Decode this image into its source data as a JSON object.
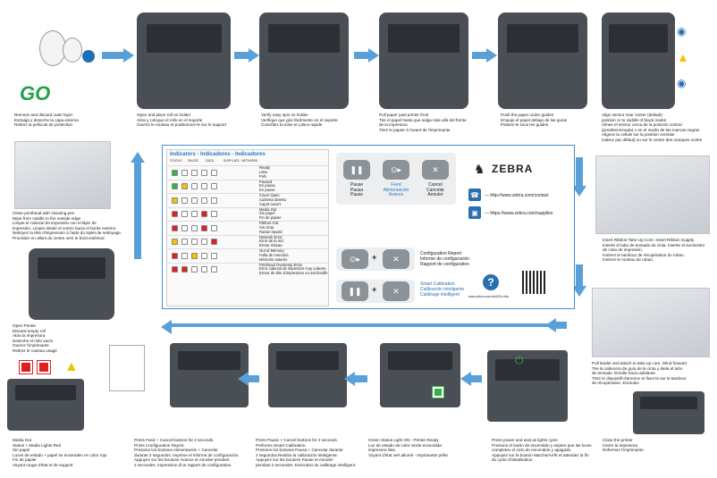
{
  "go_label": "GO",
  "steps": {
    "s1": "Remove and discard outer layer\nExtraiga y deseche la capa externa\nRetirez la pellicule de protection",
    "s2": "Open and place roll on holder\nAbra y coloque el rollo en el soporte\nOuvrez le rouleau et positionnez-le sur le support",
    "s3": "Verify easy spin on holder\nVerifique que gire fácilmente en el soporte\nContrôlez la mise en place rapide",
    "s4": "Pull paper past printer front\nTire el papel hasta que salga más allá del frente\nde la impresora\nTirez le papier à l'avant de l'imprimante",
    "s5": "Push the paper under guides\nEmpuje el papel debajo de las guías\nPassez-le sous les guides",
    "s6": "Align sensor near center (default)\nposition or to middle of black marks\nAlinee el sensor cerca de la posición central\n(predeterminada) o en el medio de las marcas negras\nAlignez la cellule sur la position centrale\n(valeur par défaut) ou sur le centre des marques noires",
    "s7": "Clean printhead with cleaning pen\nWipe from middle to the outside edge\nLimpie el cabezal de impresión con el lápiz de\nimpresión. Limpie desde el centro hacia el borde exterior.\nNettoyez la tête d'impression à l'aide du stylet de nettoyage.\nProcédez en allant du centre vers le bord extérieur.",
    "s8": "Insert Ribbon Take-Up Core. Insert Ribbon Supply.\nInserte el tubo de tensado de cinta. Inserte el suministro\nde cinta de impresión.\nInsérez le tambour de récupération du ruban.\nInsérez le rouleau de ruban.",
    "s9": "Open Printer\nDiscard empty roll\nAbra la impresora\nDeseche el rollo vacío\nOuvrez l'imprimante\nRetirez le rouleau usagé",
    "s10": "Pull leader and attach to take-up core. Wind forward.\nTire la cabecera de guía de la cinta y átela al tubo\nde tensado. Enrolle hacia adelante.\nTirez le dispositif d'amorce et fixez-le sur le tambour\nde récupération. Enroulez.",
    "s11": "Media Out\nStatus + Media Lights Red\nSin papel\nLuces de estado + papel se encienden en color rojo\nFin de papier\nVoyant rouge d'état et de support",
    "s12": "Press Feed + Cancel buttons for 2 seconds.\nPrints Configuration Report.\nPresione los botones Alimentación + Cancelar\ndurante 2 segundos. Imprime el informe de configuración.\nAppuyez sur les boutons Avance et Annuler pendant\n2 secondes. Impression d'un rapport de configuration.",
    "s13": "Press Pause + Cancel buttons for 2 seconds.\nPerforms Smart Calibration.\nPresione los botones Pausa + Cancelar durante\n2 segundos.Realiza la calibración inteligente.\nAppuyez sur les boutons Pause et Annuler\npendant 2 secondes. Exécution du calibrage intelligent.",
    "s14": "Green Status Light ON - Printer Ready\nLuz de estado de color verde encendida:\nimpresora lista\nVoyant d'état vert allumé - Imprimante prête",
    "s15": "Press power and wait as lights cycle\nPresione el botón de encendido y espere que las luces\ncompleten el ciclo de encendido y apagado.\nAppuyez sur le bouton Marche/Arrêt et attendez la fin\ndu cycle d'initialisation.",
    "s16": "Close the printer\nCierre la impresora\nRefermez l'imprimante"
  },
  "indicators": {
    "title": "Indicators - Indicadores - Indicadores",
    "headers": [
      "STATUS",
      "PAUSE",
      "DATA",
      "SUPPLIES",
      "NETWORK"
    ],
    "rows": [
      {
        "text": "Ready\nLista\nPrêt"
      },
      {
        "text": "Paused\nEn pausa\nEn pause"
      },
      {
        "text": "Cover Open\nCubierta abierta\nCapot ouvert"
      },
      {
        "text": "Media Out\nSin papel\nFin de papier"
      },
      {
        "text": "Ribbon Out\nSin cinta\nRuban épuisé"
      },
      {
        "text": "Network Error\nError de la red\nErreur réseau"
      },
      {
        "text": "Out of Memory\nFalta de memoria\nMémoire saturée"
      },
      {
        "text": "Printhead Overtemp Error\nError cabezal de impresión muy caliente\nErreur de tête d'impression en surchauffe"
      }
    ]
  },
  "buttons": {
    "pause": "Pause\nPausa\nPause",
    "feed": "Feed\nAlimentación\nAvance",
    "cancel": "Cancel\nCancelar\nAnnuler",
    "pause_icon": "❚❚",
    "feed_icon": "⊙▸",
    "cancel_icon": "✕"
  },
  "combos": {
    "config": "Configuration Report\nInforme de configuración\nRapport de configuration",
    "smart": "Smart Calibration\nCalibración inteligente\nCalibrage intelligent",
    "plus": "+"
  },
  "brand": {
    "name": "ZEBRA",
    "logo": "zebra-head-icon"
  },
  "links": {
    "contact": "— http://www.zebra.com/contact",
    "supplies": "— https://www.zebra.com/supplies",
    "help": "www.zebra.com/zd420c-info"
  },
  "colors": {
    "accent": "#3f8fd0",
    "green": "#35b04a",
    "red": "#e02020",
    "yellow": "#f5c200"
  }
}
